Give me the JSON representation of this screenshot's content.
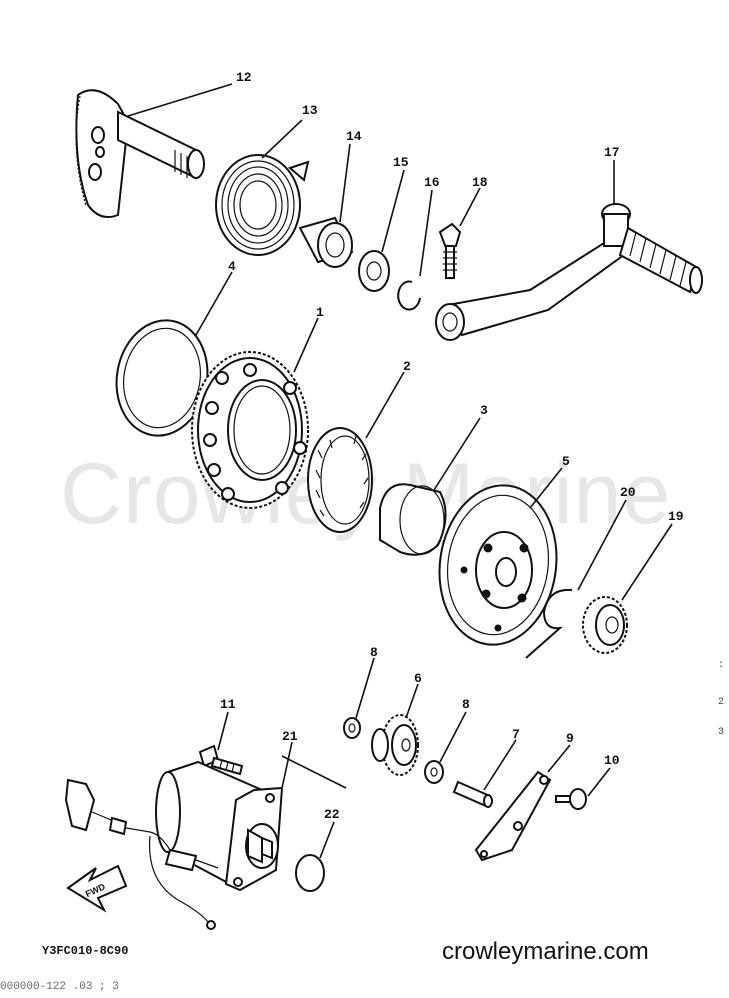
{
  "watermark": "Crowley Marine",
  "diagram_code": "Y3FC010-8C90",
  "site": "crowleymarine.com",
  "scan_artifact": "000000-122 .03 ; 3",
  "edge_marks": [
    ":",
    "2",
    "3"
  ],
  "callouts": {
    "c1": "1",
    "c2": "2",
    "c3": "3",
    "c4": "4",
    "c5": "5",
    "c6": "6",
    "c7": "7",
    "c8a": "8",
    "c8b": "8",
    "c9": "9",
    "c10": "10",
    "c11": "11",
    "c12": "12",
    "c13": "13",
    "c14": "14",
    "c15": "15",
    "c16": "16",
    "c17": "17",
    "c18": "18",
    "c19": "19",
    "c20": "20",
    "c21": "21",
    "c22": "22"
  },
  "fwd_label": "FWD"
}
